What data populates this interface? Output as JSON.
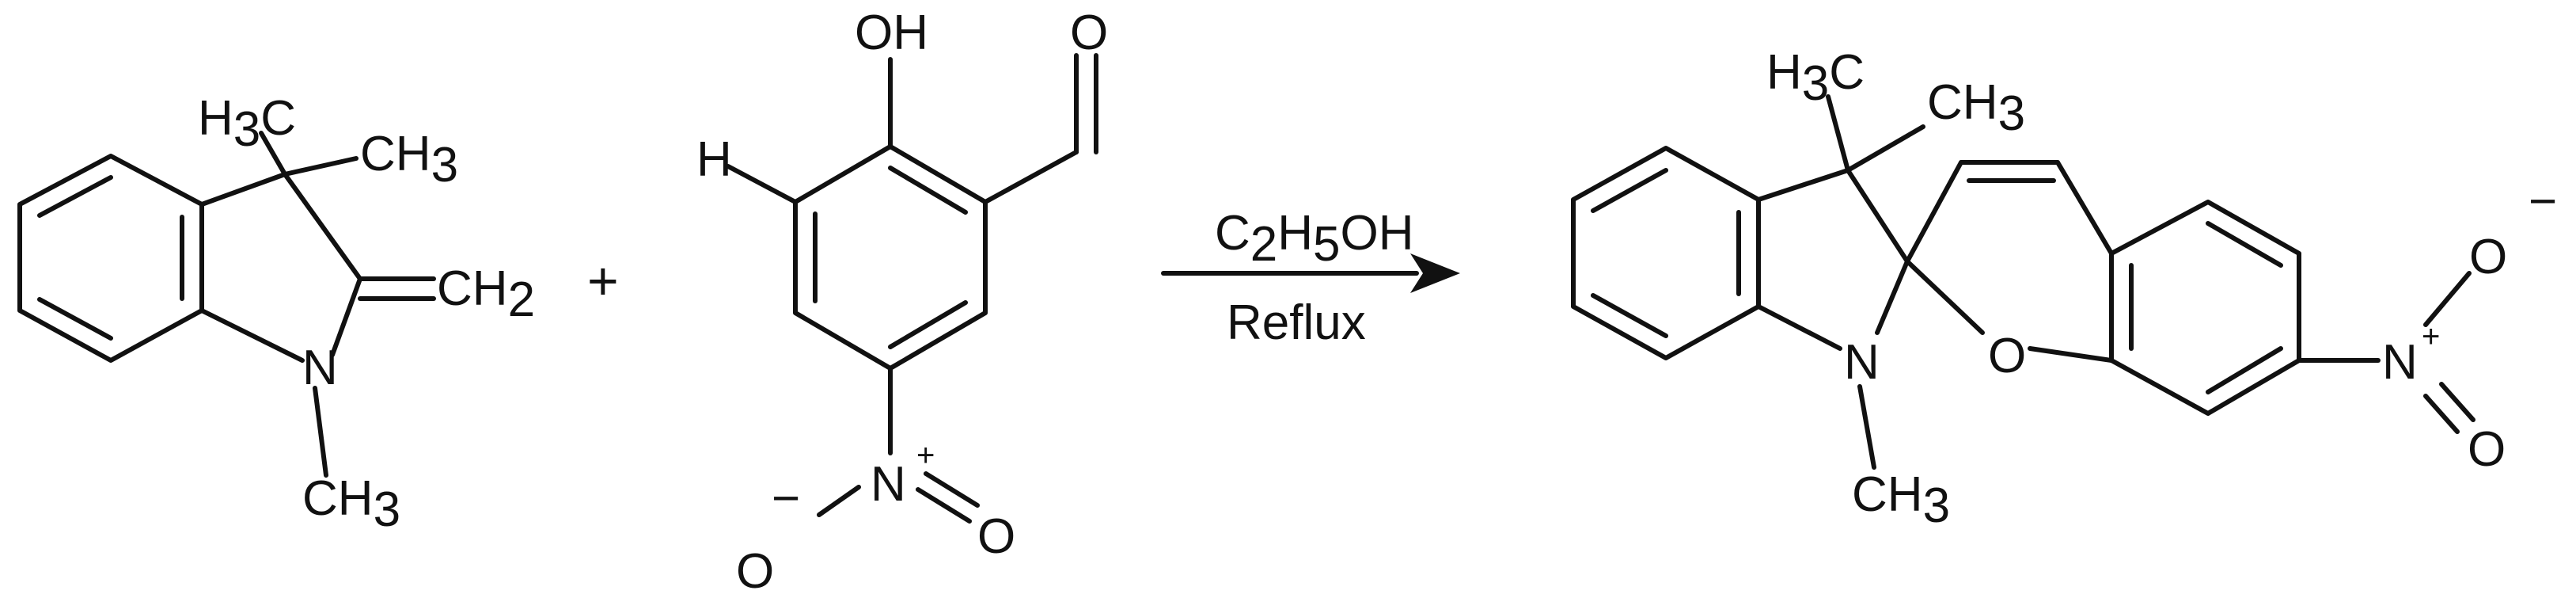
{
  "reactant1": {
    "c3_left_methyl": "H3C",
    "c3_right_methyl": "CH3",
    "exocyclic": "CH2",
    "nitrogen": "N",
    "n_methyl": "CH3"
  },
  "plus_sign": "+",
  "reactant2": {
    "hydroxyl": "OH",
    "h_label": "H",
    "aldehyde_o": "O",
    "nitro_n": "N",
    "nitro_plus": "+",
    "nitro_o_right": "O",
    "nitro_o_left": "O",
    "nitro_minus": "−"
  },
  "conditions": {
    "solvent": "C2H5OH",
    "process": "Reflux"
  },
  "product": {
    "c3_left_methyl": "H3C",
    "c3_right_methyl": "CH3",
    "nitrogen": "N",
    "n_methyl": "CH3",
    "ring_o": "O",
    "nitro_n": "N",
    "nitro_plus": "+",
    "nitro_o_top": "O",
    "nitro_o_bottom": "O",
    "nitro_minus": "−"
  }
}
